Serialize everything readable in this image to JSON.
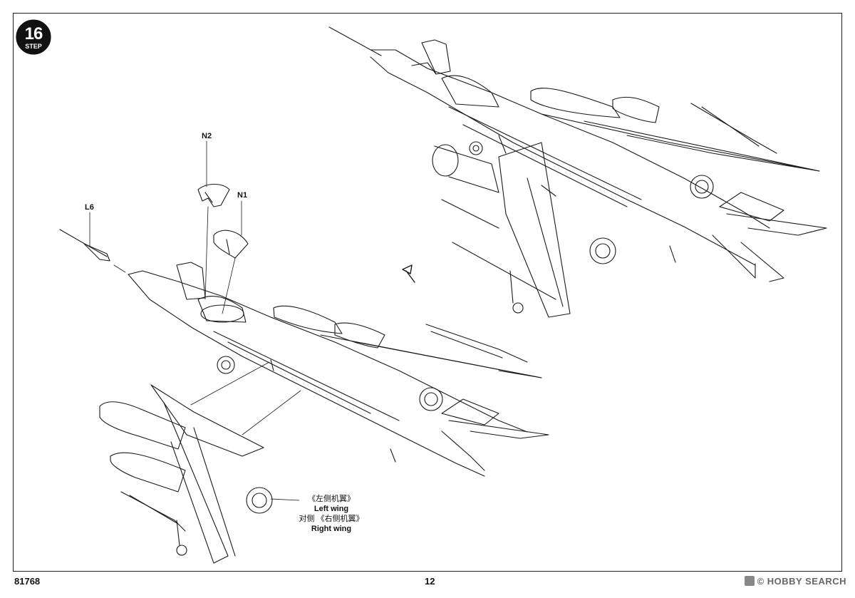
{
  "step": {
    "number": "16",
    "word": "STEP"
  },
  "callouts": {
    "n2": "N2",
    "n1": "N1",
    "l6": "L6"
  },
  "wing_note": {
    "cn_left": "《左侧机翼》",
    "en_left": "Left wing",
    "cn_right": "对侧 《右侧机翼》",
    "en_right": "Right wing"
  },
  "footer": {
    "product_code": "81768",
    "page_number": "12"
  },
  "watermark": {
    "text": "HOBBY SEARCH",
    "symbol": "©"
  }
}
